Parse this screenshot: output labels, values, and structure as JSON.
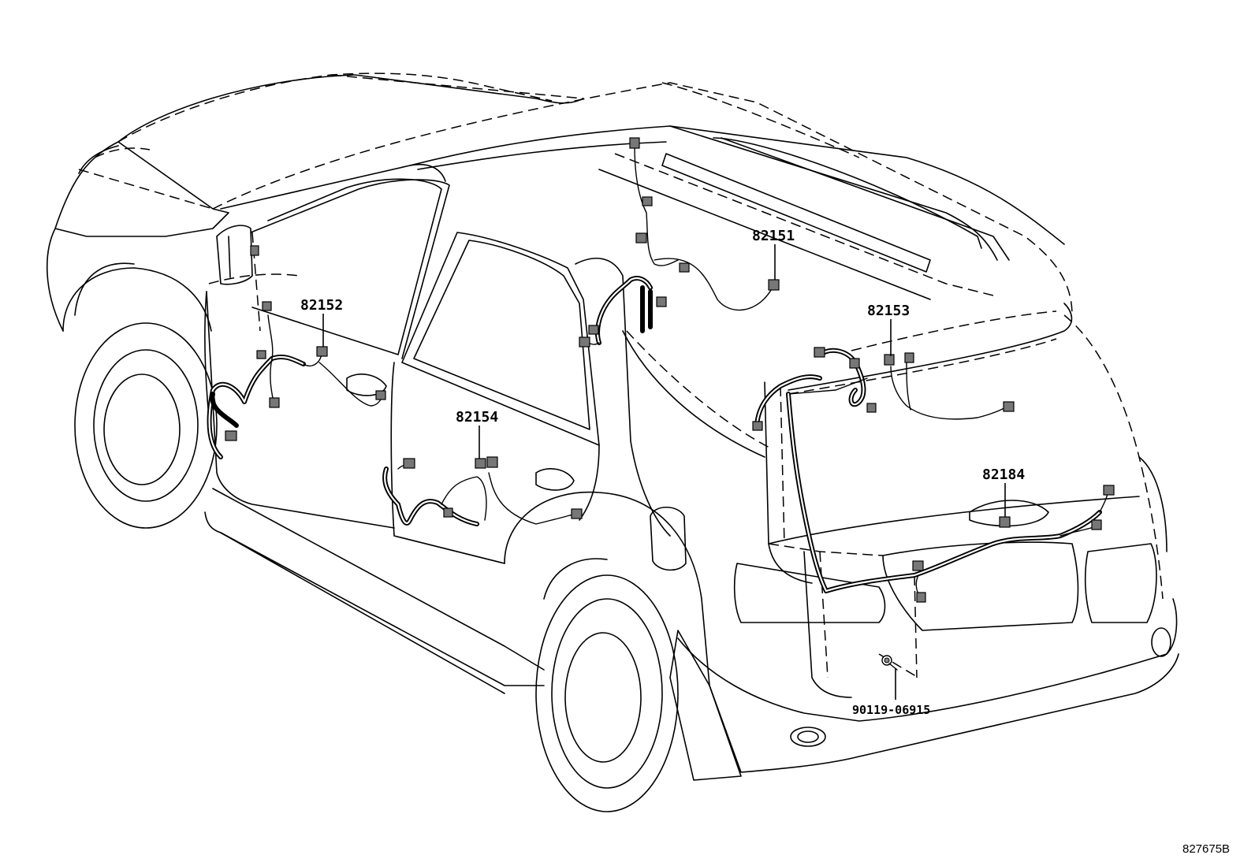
{
  "diagram": {
    "parts": [
      {
        "id": "82151",
        "label": "82151"
      },
      {
        "id": "82152",
        "label": "82152"
      },
      {
        "id": "82153",
        "label": "82153"
      },
      {
        "id": "82154",
        "label": "82154"
      },
      {
        "id": "82184",
        "label": "82184"
      },
      {
        "id": "90119-06915",
        "label": "90119-06915"
      }
    ],
    "illustration_code": "827675B"
  }
}
